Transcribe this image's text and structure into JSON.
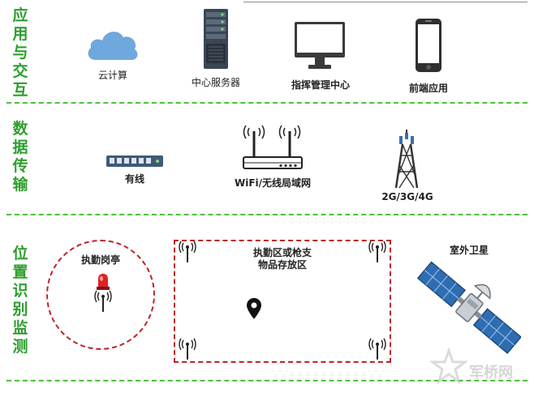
{
  "layers": [
    {
      "label": "应\n用\n与\n交\n互"
    },
    {
      "label": "数\n据\n传\n输"
    },
    {
      "label": "位\n置\n识\n别\n监\n测"
    }
  ],
  "app_layer": {
    "cloud": "云计算",
    "server": "中心服务器",
    "monitor": "指挥管理中心",
    "phone": "前端应用"
  },
  "transmission_layer": {
    "switch": "有线",
    "router": "WiFi/无线局域网",
    "tower": "2G/3G/4G"
  },
  "location_layer": {
    "booth": "执勤岗亭",
    "zone": "执勤区或枪支\n物品存放区",
    "satellite": "室外卫星"
  },
  "watermark": "军桥网",
  "colors": {
    "layer_label": "#2e9e2e",
    "divider": "#4dbf3c",
    "zone_border": "#c0232a",
    "cloud": "#6fa8dc"
  }
}
